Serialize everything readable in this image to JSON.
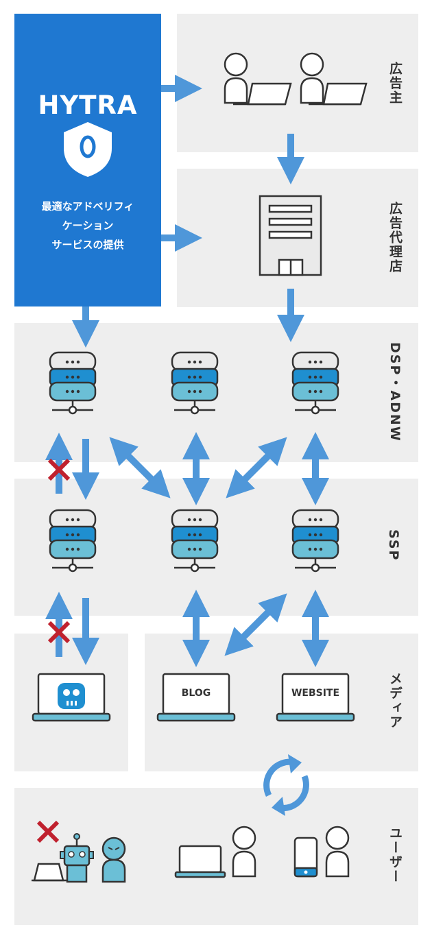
{
  "hytra": {
    "title": "HYTRA",
    "desc_lines": [
      "最適なアドベリフィ",
      "ケーション",
      "サービスの提供"
    ]
  },
  "labels": {
    "advertiser": "広告主",
    "agency": "広告代理店",
    "dsp": "DSP・ADNW",
    "ssp": "SSP",
    "media": "メディア",
    "user": "ユーザー"
  },
  "media": {
    "blog": "BLOG",
    "website": "WEBSITE"
  },
  "colors": {
    "brand_blue": "#1f78d1",
    "arrow_blue": "#4f97d9",
    "band_gray": "#eeeeee",
    "block_red": "#c0212e",
    "server_teal": "#6bbfd6"
  },
  "icons": [
    "shield-icon",
    "person-icon",
    "laptop-icon",
    "building-icon",
    "server-icon",
    "skull-icon",
    "robot-icon",
    "smartphone-icon",
    "refresh-cycle-icon",
    "block-x-icon"
  ]
}
